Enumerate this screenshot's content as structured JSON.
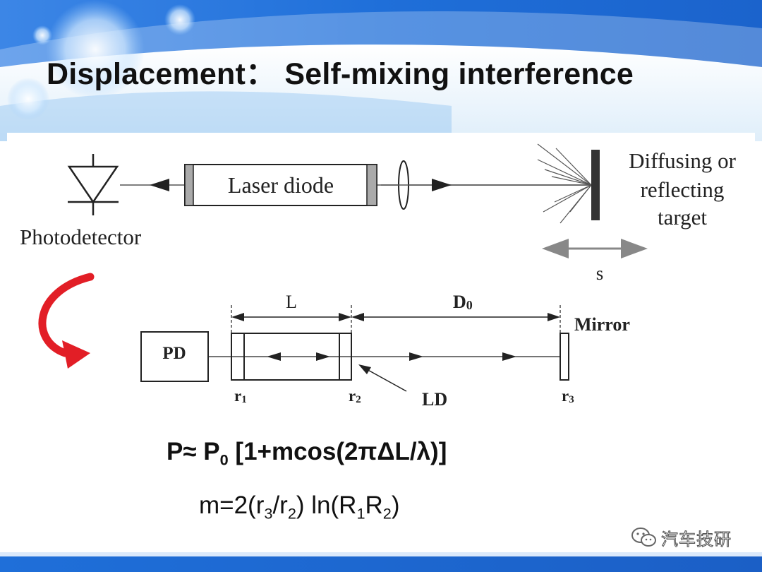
{
  "slide": {
    "title": "Displacement： Self-mixing interference"
  },
  "upper_diagram": {
    "laser_label": "Laser diode",
    "photodetector_label": "Photodetector",
    "target_label_lines": [
      "Diffusing or",
      "reflecting",
      "target"
    ],
    "displacement_label": "s"
  },
  "lower_diagram": {
    "pd_label": "PD",
    "length_label": "L",
    "distance_label": "D",
    "distance_subscript": "0",
    "mirror_label": "Mirror",
    "ld_label": "LD",
    "r1_label": "r",
    "r1_subscript": "1",
    "r2_label": "r",
    "r2_subscript": "2",
    "r3_label": "r",
    "r3_subscript": "3"
  },
  "formulas": {
    "power": {
      "lhs": "P≈ P",
      "sub": "0",
      "rhs": " [1+mcos(2πΔL/λ)]"
    },
    "modulation": {
      "p1": "m=2(r",
      "s1": "3",
      "p2": "/r",
      "s2": "2",
      "p3": ") ln(R",
      "s3": "1",
      "p4": "R",
      "s4": "2",
      "p5": ")"
    }
  },
  "watermark": {
    "text": "汽车技研",
    "icon": "wechat-icon"
  },
  "colors": {
    "header_blue": "#1e6fd8",
    "curved_arrow_red": "#e21e26",
    "mark_gray": "#888888"
  }
}
